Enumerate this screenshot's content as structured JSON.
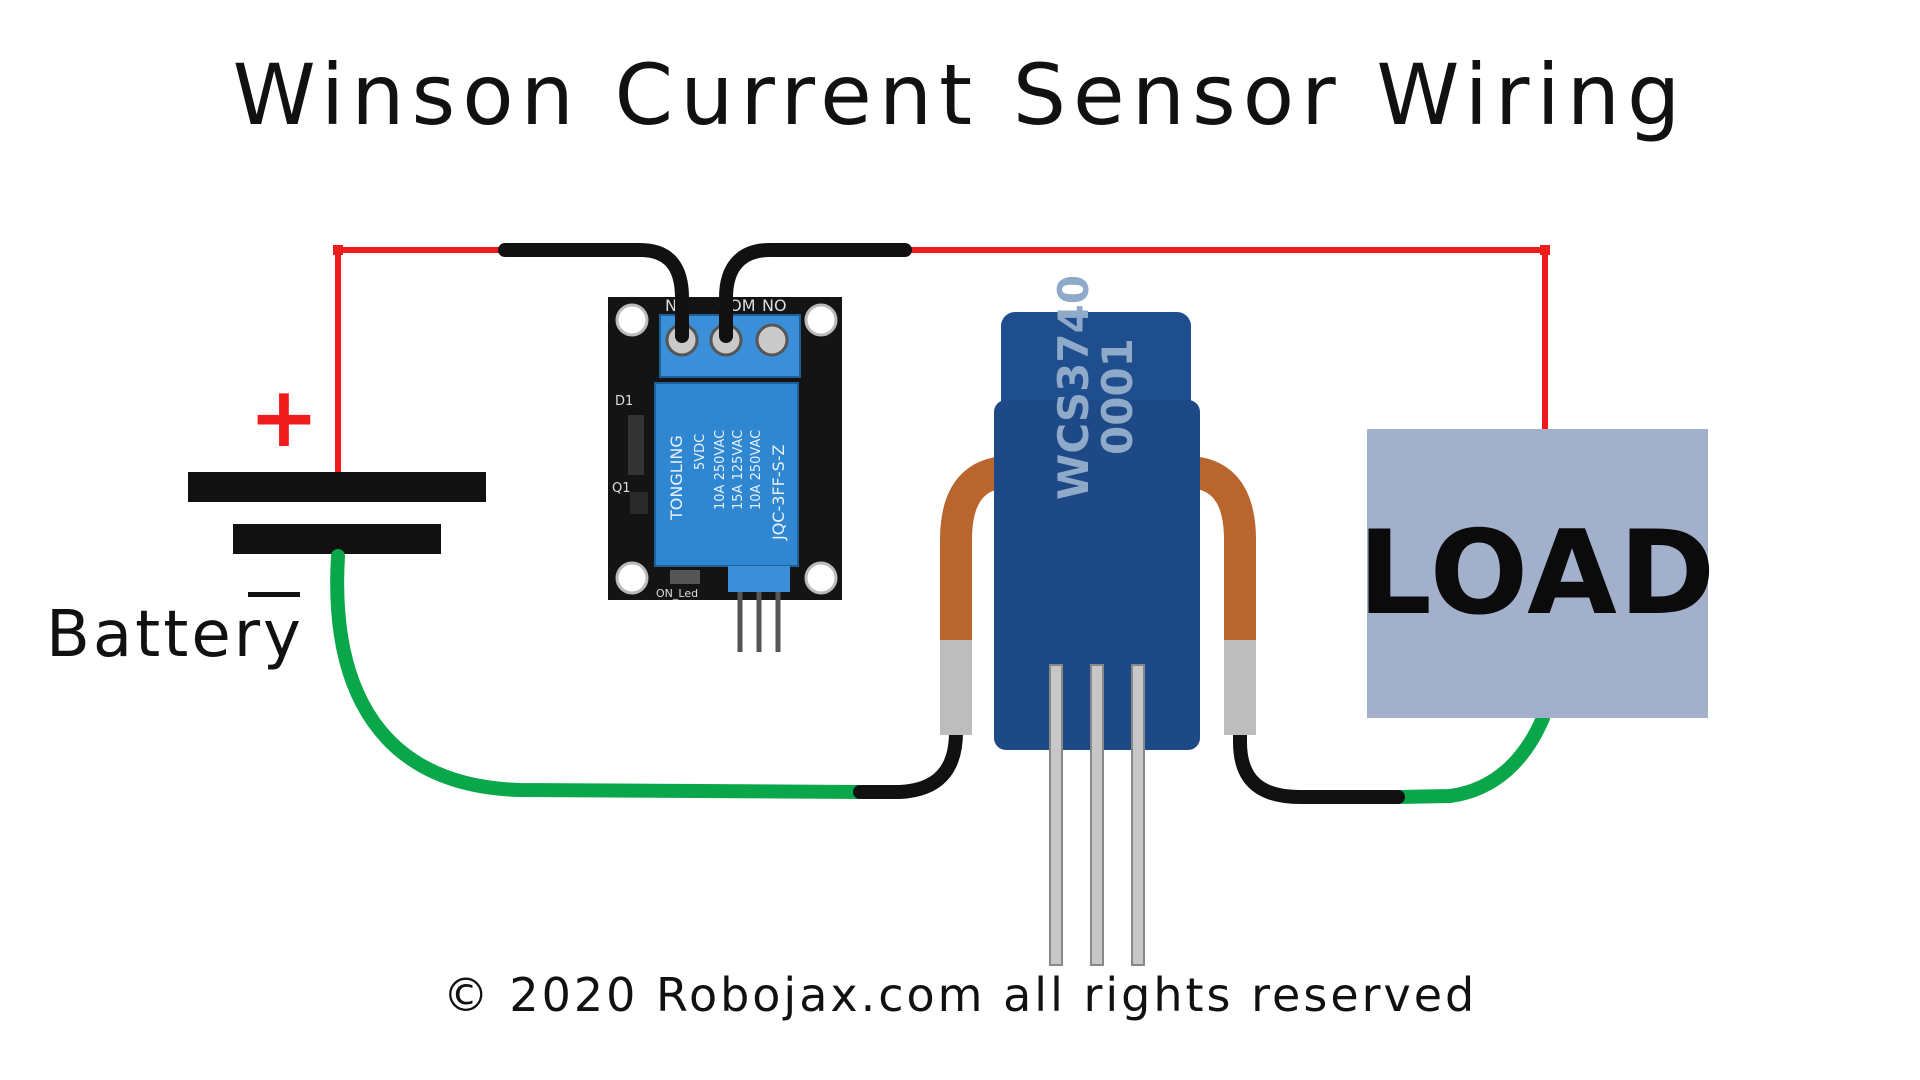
{
  "diagram": {
    "title": "Winson Current Sensor Wiring",
    "footer": "© 2020 Robojax.com all rights reserved",
    "battery": {
      "label": "Battery",
      "plus_symbol": "+",
      "minus_symbol": "—"
    },
    "load": {
      "label": "LOAD"
    },
    "relay": {
      "terminal_labels": [
        "NC",
        "COM",
        "NO"
      ],
      "relay_text": [
        "TONGLING",
        "5VDC",
        "10A 250VAC",
        "15A 125VAC",
        "10A 250VAC",
        "JQC-3FF-S-Z"
      ],
      "led_label": "ON_Led",
      "d1_label": "D1",
      "q1_label": "Q1"
    },
    "sensor": {
      "model_line1": "WCS3740",
      "model_line2": "0001"
    },
    "colors": {
      "positive_wire": "#ee1c1c",
      "negative_wire": "#0aa64a",
      "jumper_wire": "#111111",
      "relay_body": "#2f87d1",
      "sensor_body": "#1f4e8e",
      "load_box": "#a2b0cc"
    }
  }
}
